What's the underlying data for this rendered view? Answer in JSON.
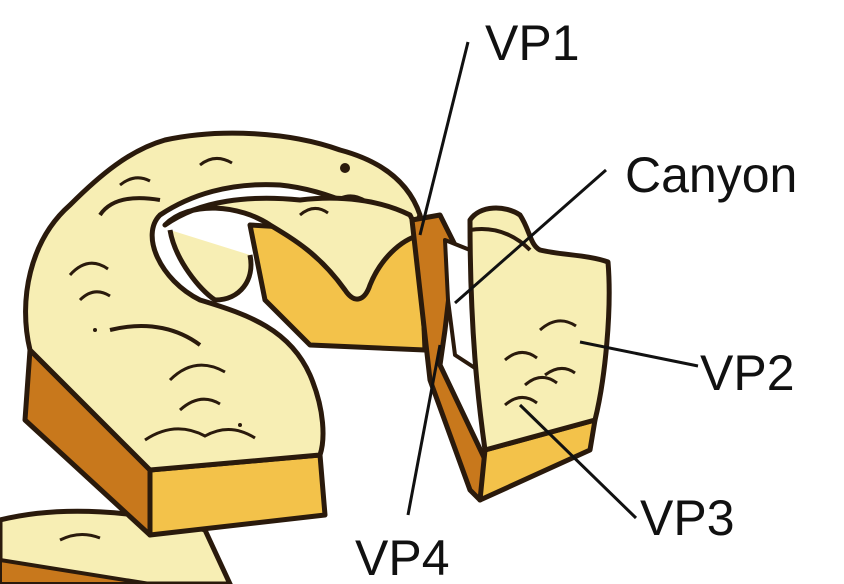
{
  "labels": {
    "vp1": "VP1",
    "canyon": "Canyon",
    "vp2": "VP2",
    "vp3": "VP3",
    "vp4": "VP4"
  },
  "colors": {
    "top_surface": "#f7eeb4",
    "side_light": "#f3c24a",
    "side_dark": "#c8781c",
    "outline": "#2a1a0c",
    "line": "#111111",
    "background": "#ffffff"
  }
}
